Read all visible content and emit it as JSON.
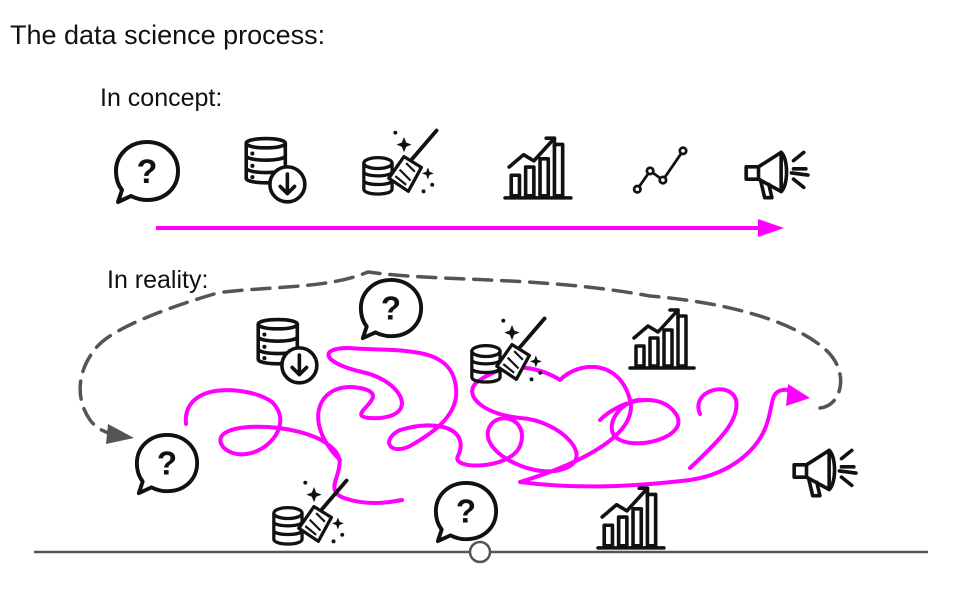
{
  "title": "The data science process:",
  "concept_label": "In concept:",
  "reality_label": "In reality:",
  "colors": {
    "accent": "#ff00ff",
    "ink": "#111111",
    "dashed": "#555555",
    "baseline": "#555555"
  },
  "concept_icons": [
    "question-bubble-icon",
    "database-download-icon",
    "data-cleaning-icon",
    "bar-chart-icon",
    "line-graph-icon",
    "megaphone-icon"
  ],
  "reality_icons": [
    "question-bubble-icon",
    "database-download-icon",
    "question-bubble-icon",
    "data-cleaning-icon",
    "bar-chart-icon",
    "question-bubble-icon",
    "data-cleaning-icon",
    "question-bubble-icon",
    "bar-chart-icon",
    "megaphone-icon"
  ]
}
